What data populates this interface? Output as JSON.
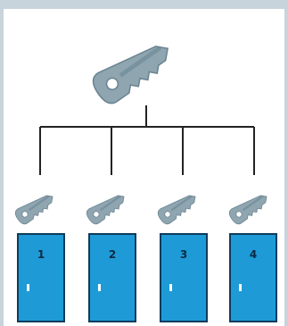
{
  "diagram": {
    "master_key": {
      "icon": "master-key-icon"
    },
    "doors": [
      {
        "label": "1",
        "key_icon": "key-icon",
        "door_icon": "door-icon"
      },
      {
        "label": "2",
        "key_icon": "key-icon",
        "door_icon": "door-icon"
      },
      {
        "label": "3",
        "key_icon": "key-icon",
        "door_icon": "door-icon"
      },
      {
        "label": "4",
        "key_icon": "key-icon",
        "door_icon": "door-icon"
      }
    ],
    "colors": {
      "background": "#c8d4dc",
      "panel": "#ffffff",
      "key": "#8fa6b1",
      "key_shadow": "#6b8592",
      "door": "#1e9bd6",
      "door_edge": "#0f3c5c",
      "line": "#222222"
    }
  }
}
